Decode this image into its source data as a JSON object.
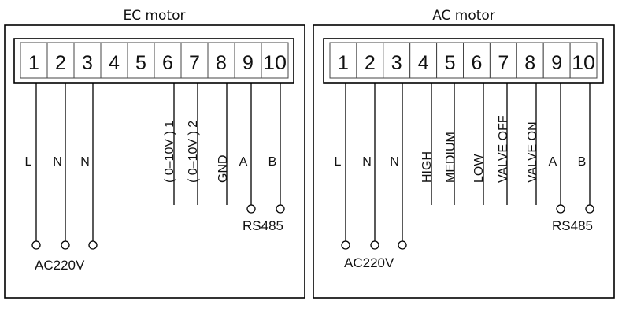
{
  "panels": [
    {
      "id": "ec",
      "title": "EC motor",
      "terminals": [
        "1",
        "2",
        "3",
        "4",
        "5",
        "6",
        "7",
        "8",
        "9",
        "10"
      ],
      "wires": [
        {
          "label": "L",
          "orientation": "horizontal",
          "length": "long",
          "terminal": true
        },
        {
          "label": "N",
          "orientation": "horizontal",
          "length": "long",
          "terminal": true
        },
        {
          "label": "N",
          "orientation": "horizontal",
          "length": "long",
          "terminal": true
        },
        {
          "label": "( 0–10V ) 1",
          "orientation": "vertical",
          "length": "short",
          "terminal": false
        },
        {
          "label": "( 0–10V ) 2",
          "orientation": "vertical",
          "length": "short",
          "terminal": false
        },
        {
          "label": "GND",
          "orientation": "vertical",
          "length": "short",
          "terminal": false
        },
        {
          "label": "A",
          "orientation": "horizontal",
          "length": "medium",
          "terminal": true
        },
        {
          "label": "B",
          "orientation": "horizontal",
          "length": "medium",
          "terminal": true
        }
      ],
      "groups": {
        "power": "AC220V",
        "bus": "RS485"
      }
    },
    {
      "id": "ac",
      "title": "AC motor",
      "terminals": [
        "1",
        "2",
        "3",
        "4",
        "5",
        "6",
        "7",
        "8",
        "9",
        "10"
      ],
      "wires": [
        {
          "label": "L",
          "orientation": "horizontal",
          "length": "long",
          "terminal": true
        },
        {
          "label": "N",
          "orientation": "horizontal",
          "length": "long",
          "terminal": true
        },
        {
          "label": "N",
          "orientation": "horizontal",
          "length": "long",
          "terminal": true
        },
        {
          "label": "HIGH",
          "orientation": "vertical",
          "length": "short",
          "terminal": false
        },
        {
          "label": "MEDIUM",
          "orientation": "vertical",
          "length": "short",
          "terminal": false
        },
        {
          "label": "LOW",
          "orientation": "vertical",
          "length": "short",
          "terminal": false
        },
        {
          "label": "VALVE OFF",
          "orientation": "vertical",
          "length": "short",
          "terminal": false
        },
        {
          "label": "VALVE ON",
          "orientation": "vertical",
          "length": "short",
          "terminal": false
        },
        {
          "label": "A",
          "orientation": "horizontal",
          "length": "medium",
          "terminal": true
        },
        {
          "label": "B",
          "orientation": "horizontal",
          "length": "medium",
          "terminal": true
        }
      ],
      "groups": {
        "power": "AC220V",
        "bus": "RS485"
      }
    }
  ]
}
